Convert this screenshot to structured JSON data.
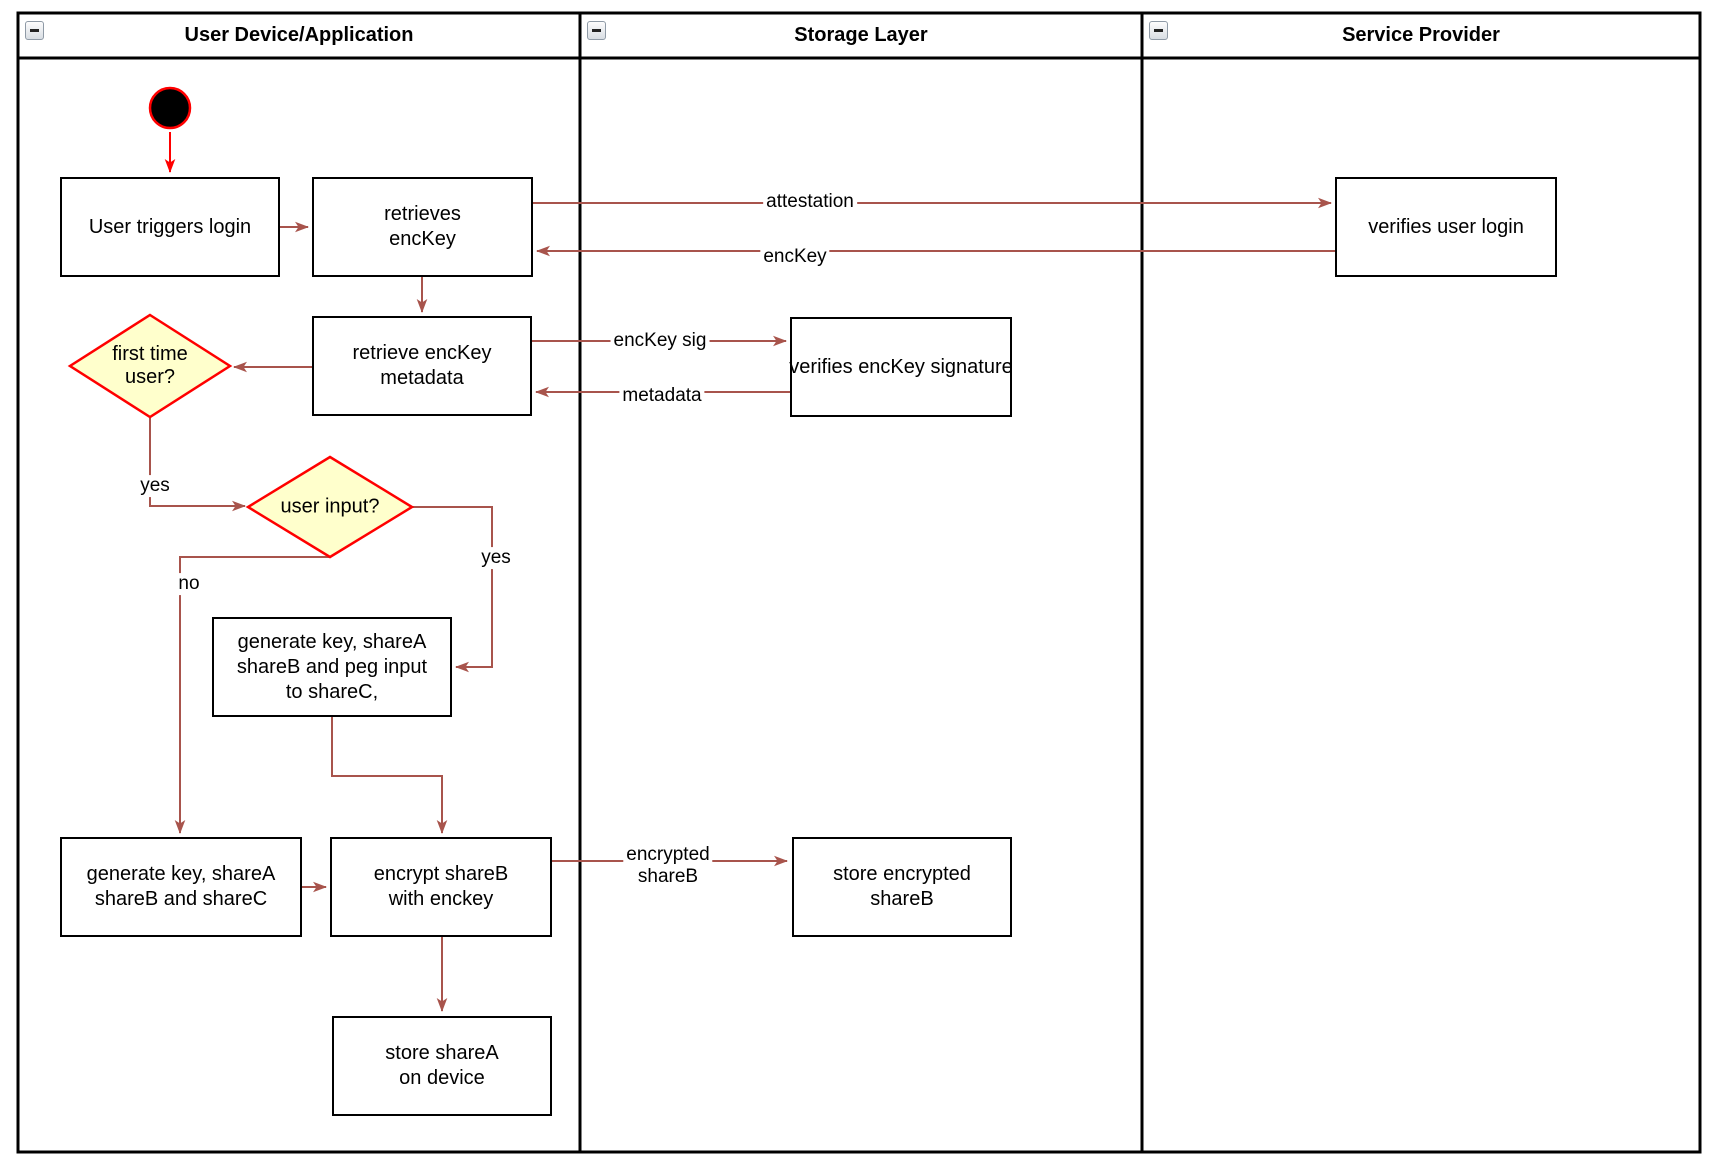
{
  "pool": {
    "lanes": [
      {
        "label": "User Device/Application"
      },
      {
        "label": "Storage Layer"
      },
      {
        "label": "Service Provider"
      }
    ]
  },
  "nodes": {
    "user_triggers_login": {
      "label": "User triggers login"
    },
    "retrieves_enckey": {
      "label": "retrieves\nencKey"
    },
    "verifies_user_login": {
      "label": "verifies user login"
    },
    "retrieve_enckey_metadata": {
      "label": "retrieve encKey\nmetadata"
    },
    "verifies_enckey_signature": {
      "label": "verifies encKey signature"
    },
    "first_time_user": {
      "label": "first time\nuser?"
    },
    "user_input": {
      "label": "user input?"
    },
    "generate_peg": {
      "label": "generate key, shareA\nshareB and peg input\nto shareC,"
    },
    "generate_abc": {
      "label": "generate key, shareA\nshareB and shareC"
    },
    "encrypt_shareb": {
      "label": "encrypt shareB\nwith enckey"
    },
    "store_encrypted_shareb": {
      "label": "store encrypted\nshareB"
    },
    "store_sharea": {
      "label": "store shareA\non device"
    }
  },
  "edges": {
    "attestation": {
      "label": "attestation"
    },
    "enckey_return": {
      "label": "encKey"
    },
    "enckey_sig": {
      "label": "encKey sig"
    },
    "metadata_return": {
      "label": "metadata"
    },
    "first_time_yes": {
      "label": "yes"
    },
    "user_input_yes": {
      "label": "yes"
    },
    "user_input_no": {
      "label": "no"
    },
    "encrypted_shareb": {
      "label": "encrypted\nshareB"
    }
  },
  "colors": {
    "connector": "#a8544c",
    "start_arrow": "#ff0000",
    "decision_fill": "#ffffcc",
    "decision_stroke": "#ff0000",
    "start_fill": "#000000",
    "node_border": "#000000"
  }
}
